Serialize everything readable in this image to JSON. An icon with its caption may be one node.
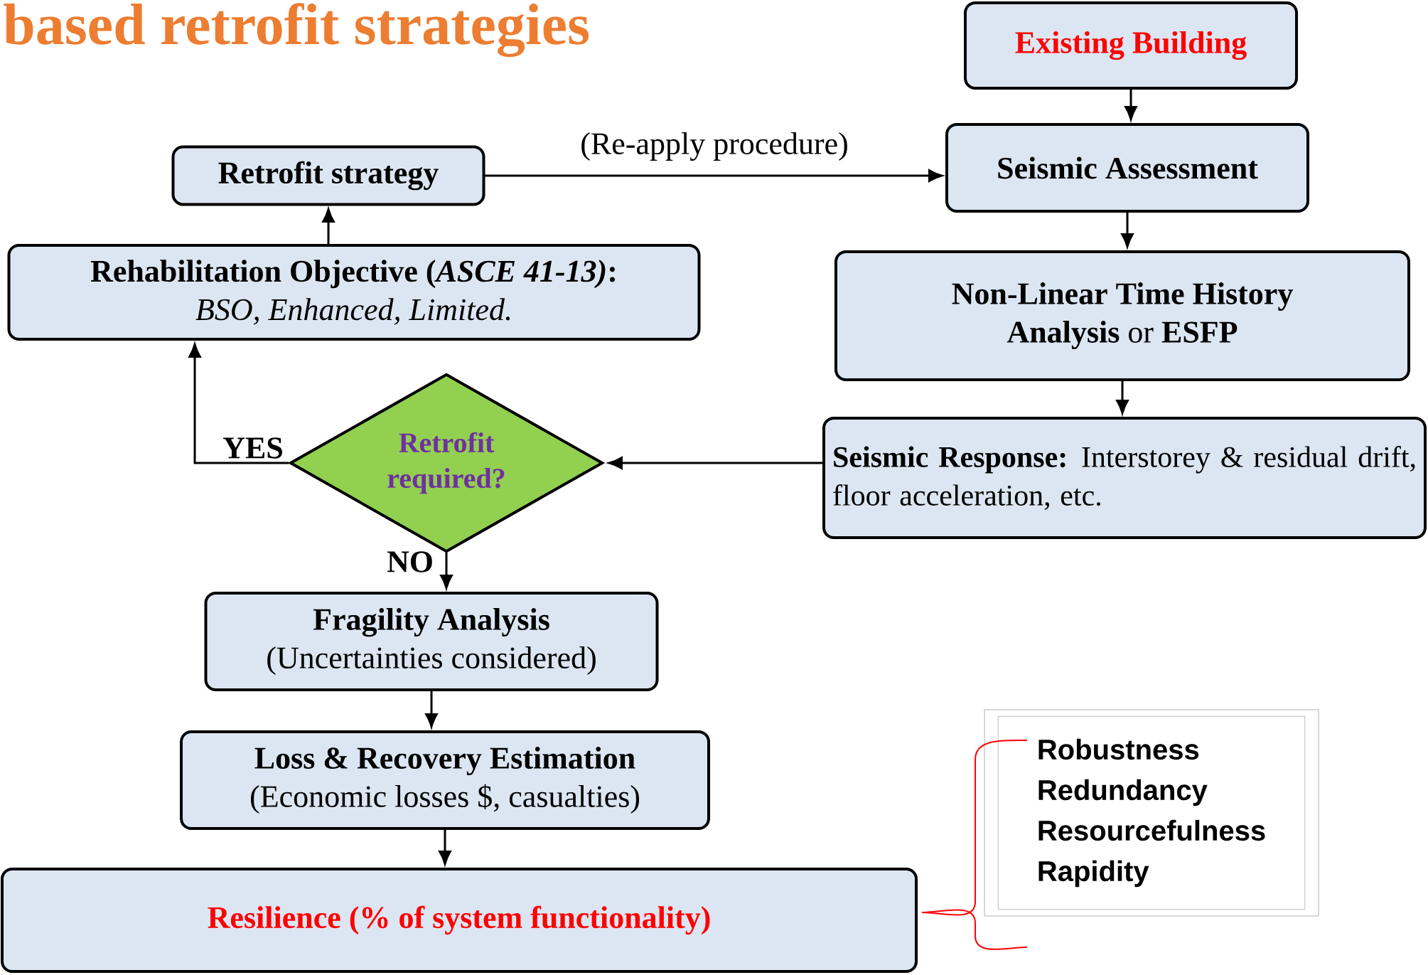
{
  "diagram": {
    "title": "based retrofit strategies",
    "nodes": [
      {
        "text": [
          "Existing Building"
        ]
      },
      {
        "text": [
          "Retrofit strategy"
        ]
      },
      {
        "text": [
          "Seismic Assessment"
        ]
      },
      {
        "text": [
          "Rehabilitation Objective (*ASCE 41-13)*:",
          "BSO, Enhanced, Limited."
        ]
      },
      {
        "text": [
          "**Non-Linear Time History Analysis** or **ESFP**"
        ]
      },
      {
        "text": [
          "Retrofit required?"
        ]
      },
      {
        "text": [
          "**Seismic Response:** Interstorey & residual drift, floor acceleration, etc."
        ]
      },
      {
        "text": [
          "Fragility Analysis",
          "(Uncertainties considered)"
        ]
      },
      {
        "text": [
          "Loss & Recovery Estimation",
          "(Economic losses $, casualties)"
        ]
      },
      {
        "text": [
          "Robustness",
          "Redundancy",
          "Resourcefulness",
          "Rapidity"
        ]
      },
      {
        "text": [
          "Resilience (% of system functionality)"
        ]
      }
    ],
    "edges": [
      {
        "from": 0,
        "to": 2,
        "arrow": "to"
      },
      {
        "from": 2,
        "to": 4,
        "arrow": "to"
      },
      {
        "from": 4,
        "to": 6,
        "arrow": "to"
      },
      {
        "from": 6,
        "to": 5,
        "arrow": "to"
      },
      {
        "from": 5,
        "to": 3,
        "arrow": "to",
        "label": "YES"
      },
      {
        "from": 3,
        "to": 1,
        "arrow": "to"
      },
      {
        "from": 1,
        "to": 2,
        "arrow": "to",
        "label": "(Re-apply procedure)"
      },
      {
        "from": 5,
        "to": 7,
        "arrow": "to",
        "label": "NO"
      },
      {
        "from": 7,
        "to": 8,
        "arrow": "to"
      },
      {
        "from": 8,
        "to": 10,
        "arrow": "to"
      }
    ]
  }
}
